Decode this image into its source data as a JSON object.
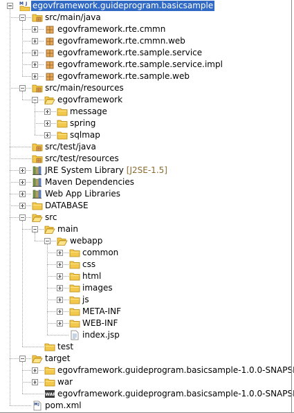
{
  "tree": [
    {
      "label": "egovframework.guideprogram.basicsample",
      "depth": 0,
      "icon": "maven-project-icon",
      "toggle": "expanded",
      "selected": true
    },
    {
      "label": "src/main/java",
      "depth": 1,
      "icon": "source-folder-icon",
      "toggle": "expanded"
    },
    {
      "label": "egovframework.rte.cmmn",
      "depth": 2,
      "icon": "package-icon",
      "toggle": "collapsed"
    },
    {
      "label": "egovframework.rte.cmmn.web",
      "depth": 2,
      "icon": "package-icon",
      "toggle": "collapsed"
    },
    {
      "label": "egovframework.rte.sample.service",
      "depth": 2,
      "icon": "package-icon",
      "toggle": "collapsed"
    },
    {
      "label": "egovframework.rte.sample.service.impl",
      "depth": 2,
      "icon": "package-icon",
      "toggle": "collapsed"
    },
    {
      "label": "egovframework.rte.sample.web",
      "depth": 2,
      "icon": "package-icon",
      "toggle": "collapsed"
    },
    {
      "label": "src/main/resources",
      "depth": 1,
      "icon": "source-folder-icon",
      "toggle": "expanded"
    },
    {
      "label": "egovframework",
      "depth": 2,
      "icon": "folder-open-icon",
      "toggle": "expanded"
    },
    {
      "label": "message",
      "depth": 3,
      "icon": "folder-icon",
      "toggle": "collapsed"
    },
    {
      "label": "spring",
      "depth": 3,
      "icon": "folder-icon",
      "toggle": "collapsed"
    },
    {
      "label": "sqlmap",
      "depth": 3,
      "icon": "folder-icon",
      "toggle": "collapsed"
    },
    {
      "label": "src/test/java",
      "depth": 1,
      "icon": "source-folder-icon",
      "toggle": "none"
    },
    {
      "label": "src/test/resources",
      "depth": 1,
      "icon": "source-folder-icon",
      "toggle": "none"
    },
    {
      "label": "JRE System Library",
      "suffix": "[J2SE-1.5]",
      "depth": 1,
      "icon": "library-icon",
      "toggle": "collapsed"
    },
    {
      "label": "Maven Dependencies",
      "depth": 1,
      "icon": "library-icon",
      "toggle": "collapsed"
    },
    {
      "label": "Web App Libraries",
      "depth": 1,
      "icon": "library-icon",
      "toggle": "collapsed"
    },
    {
      "label": "DATABASE",
      "depth": 1,
      "icon": "folder-icon",
      "toggle": "collapsed"
    },
    {
      "label": "src",
      "depth": 1,
      "icon": "folder-open-icon",
      "toggle": "expanded"
    },
    {
      "label": "main",
      "depth": 2,
      "icon": "folder-open-icon",
      "toggle": "expanded"
    },
    {
      "label": "webapp",
      "depth": 3,
      "icon": "folder-open-icon",
      "toggle": "expanded"
    },
    {
      "label": "common",
      "depth": 4,
      "icon": "folder-icon",
      "toggle": "collapsed"
    },
    {
      "label": "css",
      "depth": 4,
      "icon": "folder-icon",
      "toggle": "collapsed"
    },
    {
      "label": "html",
      "depth": 4,
      "icon": "folder-icon",
      "toggle": "collapsed"
    },
    {
      "label": "images",
      "depth": 4,
      "icon": "folder-icon",
      "toggle": "collapsed"
    },
    {
      "label": "js",
      "depth": 4,
      "icon": "folder-icon",
      "toggle": "collapsed"
    },
    {
      "label": "META-INF",
      "depth": 4,
      "icon": "folder-icon",
      "toggle": "collapsed"
    },
    {
      "label": "WEB-INF",
      "depth": 4,
      "icon": "folder-icon",
      "toggle": "collapsed"
    },
    {
      "label": "index.jsp",
      "depth": 4,
      "icon": "jsp-file-icon",
      "toggle": "none"
    },
    {
      "label": "test",
      "depth": 2,
      "icon": "folder-icon",
      "toggle": "none"
    },
    {
      "label": "target",
      "depth": 1,
      "icon": "folder-open-icon",
      "toggle": "expanded"
    },
    {
      "label": "egovframework.guideprogram.basicsample-1.0.0-SNAPSH",
      "depth": 2,
      "icon": "folder-icon",
      "toggle": "collapsed"
    },
    {
      "label": "war",
      "depth": 2,
      "icon": "folder-icon",
      "toggle": "collapsed"
    },
    {
      "label": "egovframework.guideprogram.basicsample-1.0.0-SNAPSH",
      "depth": 2,
      "icon": "war-archive-icon",
      "toggle": "none"
    },
    {
      "label": "pom.xml",
      "depth": 1,
      "icon": "maven-pom-icon",
      "toggle": "none"
    }
  ],
  "colors": {
    "selection": "#316ac5",
    "folder": "#f2c94c",
    "folderEdge": "#b8860b",
    "package": "#c8893c",
    "suffix": "#8a6a2e"
  }
}
